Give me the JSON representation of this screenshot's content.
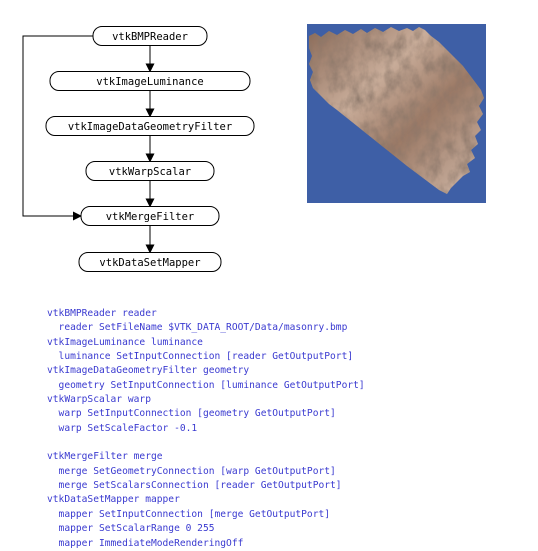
{
  "diagram": {
    "nodes": [
      {
        "id": "reader",
        "label": "vtkBMPReader"
      },
      {
        "id": "luminance",
        "label": "vtkImageLuminance"
      },
      {
        "id": "geometry",
        "label": "vtkImageDataGeometryFilter"
      },
      {
        "id": "warp",
        "label": "vtkWarpScalar"
      },
      {
        "id": "merge",
        "label": "vtkMergeFilter"
      },
      {
        "id": "mapper",
        "label": "vtkDataSetMapper"
      }
    ],
    "edges": [
      {
        "from": "reader",
        "to": "luminance"
      },
      {
        "from": "luminance",
        "to": "geometry"
      },
      {
        "from": "geometry",
        "to": "warp"
      },
      {
        "from": "warp",
        "to": "merge"
      },
      {
        "from": "reader",
        "to": "merge"
      },
      {
        "from": "merge",
        "to": "mapper"
      }
    ]
  },
  "render": {
    "background_color": "#3e5fa6",
    "surface_color": "#b08d79"
  },
  "code": {
    "lines": [
      "vtkBMPReader reader",
      "  reader SetFileName $VTK_DATA_ROOT/Data/masonry.bmp",
      "vtkImageLuminance luminance",
      "  luminance SetInputConnection [reader GetOutputPort]",
      "vtkImageDataGeometryFilter geometry",
      "  geometry SetInputConnection [luminance GetOutputPort]",
      "vtkWarpScalar warp",
      "  warp SetInputConnection [geometry GetOutputPort]",
      "  warp SetScaleFactor -0.1",
      "",
      "vtkMergeFilter merge",
      "  merge SetGeometryConnection [warp GetOutputPort]",
      "  merge SetScalarsConnection [reader GetOutputPort]",
      "vtkDataSetMapper mapper",
      "  mapper SetInputConnection [merge GetOutputPort]",
      "  mapper SetScalarRange 0 255",
      "  mapper ImmediateModeRenderingOff"
    ]
  }
}
